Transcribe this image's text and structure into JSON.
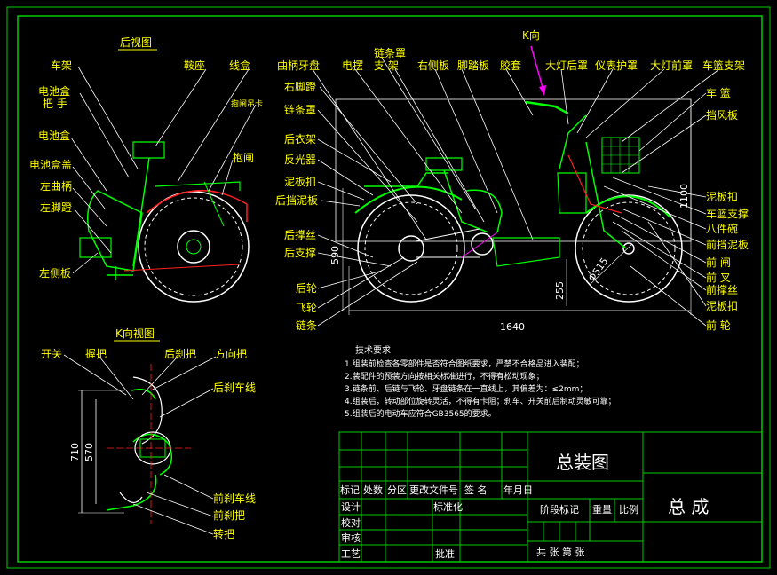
{
  "colors": {
    "background": "#000000",
    "frame": "#00cc00",
    "label": "#ffff00",
    "body": "#00ff00",
    "leader": "#ffffff",
    "wheel": "#ffffff",
    "red": "#ff2020",
    "magenta": "#ff00ff",
    "cyan": "#00ffff",
    "blue": "#4060ff"
  },
  "views": {
    "rear": {
      "title": "后视图",
      "labels": [
        "车架",
        "电池盒",
        "把 手",
        "电池盒",
        "电池盒盖",
        "左曲柄",
        "左脚蹬",
        "左侧板",
        "鞍座",
        "线盒",
        "抱闸吊卡",
        "抱闸"
      ]
    },
    "k": {
      "title": "K向视图",
      "labels": [
        "开关",
        "握把",
        "后刹把",
        "方向把",
        "后刹车线",
        "前刹车线",
        "前刹把",
        "转把"
      ],
      "dims": [
        "710",
        "570"
      ]
    },
    "side": {
      "k_arrow": "K向",
      "labels_top": [
        "曲柄牙盘",
        "电摆",
        "链条罩",
        "支 架",
        "右侧板",
        "脚踏板",
        "胶套",
        "大灯后罩",
        "仪表护罩",
        "大灯前罩",
        "车篮支架"
      ],
      "labels_left": [
        "右脚蹬",
        "链条罩",
        "后衣架",
        "反光器",
        "泥板扣",
        "后挡泥板",
        "后撑丝",
        "后支撑",
        "后轮",
        "飞轮",
        "链条"
      ],
      "labels_right": [
        "车 篮",
        "挡风板",
        "泥板扣",
        "车篮支撑",
        "八件碗",
        "前挡泥板",
        "前 闸",
        "前 叉",
        "前撑丝",
        "泥板扣",
        "前 轮"
      ],
      "dims": [
        "1640",
        "590",
        "255",
        "1100",
        "Φ515"
      ]
    }
  },
  "notes": {
    "title": "技术要求",
    "lines": [
      "1.组装前检查各零部件是否符合图纸要求，严禁不合格品进入装配；",
      "2.装配件的预装方向按相关标准进行，不得有松动现象；",
      "3.链条前、后链与飞轮、牙盘链条在一直线上，其偏差为：≤2mm；",
      "4.组装后，转动部位旋转灵活，不得有卡阻；刹车、开关前后制动灵敏可靠；",
      "5.组装后的电动车应符合GB3565的要求。"
    ]
  },
  "title_block": {
    "drawing_name": "总装图",
    "part_name": "总 成",
    "header_row": [
      "标记",
      "处数",
      "分区",
      "更改文件号",
      "签 名",
      "年月日"
    ],
    "rows": [
      "设计",
      "校对",
      "审核",
      "工艺"
    ],
    "std": "标准化",
    "approve": "批准",
    "stage": "阶段标记",
    "weight": "重量",
    "scale": "比例",
    "sheets": "共 张 第 张"
  }
}
